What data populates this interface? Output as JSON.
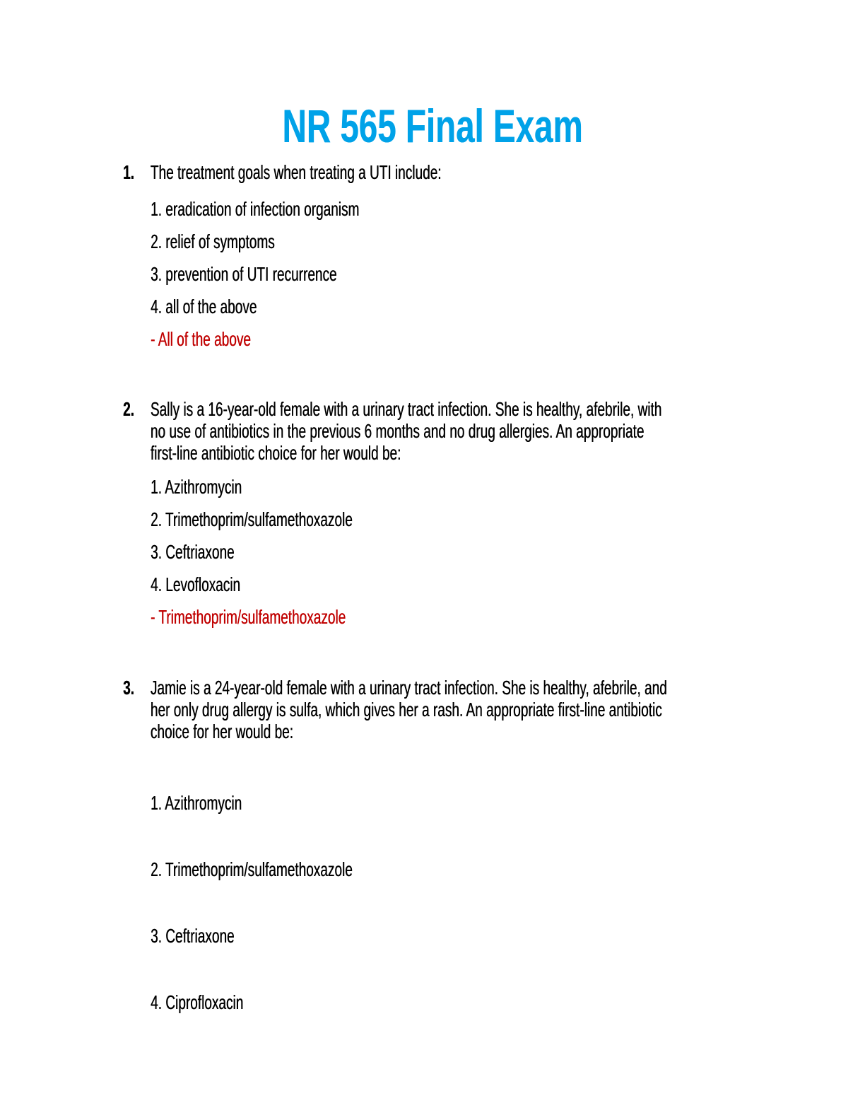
{
  "title": "NR 565 Final Exam",
  "colors": {
    "title": "#00A2E8",
    "answer": "#C00000",
    "body": "#000000"
  },
  "questions": [
    {
      "number": "1.",
      "lines": [
        "The treatment goals when treating a UTI include:"
      ],
      "options": [
        "1. eradication of infection organism",
        "2. relief of symptoms",
        "3. prevention of UTI recurrence",
        "4. all of the above"
      ],
      "answer": "- All of the above"
    },
    {
      "number": "2.",
      "lines": [
        "Sally is a 16-year-old female with a urinary tract infection. She is healthy, afebrile, with",
        "no use of antibiotics in the previous 6 months and no drug allergies. An appropriate",
        "first-line antibiotic choice for her would be:"
      ],
      "options": [
        "1. Azithromycin",
        "2. Trimethoprim/sulfamethoxazole",
        "3. Ceftriaxone",
        "4. Levofloxacin"
      ],
      "answer": "- Trimethoprim/sulfamethoxazole"
    },
    {
      "number": "3.",
      "lines": [
        "Jamie is a 24-year-old female with a urinary tract infection. She is healthy, afebrile, and",
        "her only drug allergy is sulfa, which gives her a rash. An appropriate first-line antibiotic",
        "choice for her would be:"
      ],
      "options": [
        "1. Azithromycin",
        "2. Trimethoprim/sulfamethoxazole",
        "3. Ceftriaxone",
        "4. Ciprofloxacin"
      ],
      "answer": null
    }
  ]
}
